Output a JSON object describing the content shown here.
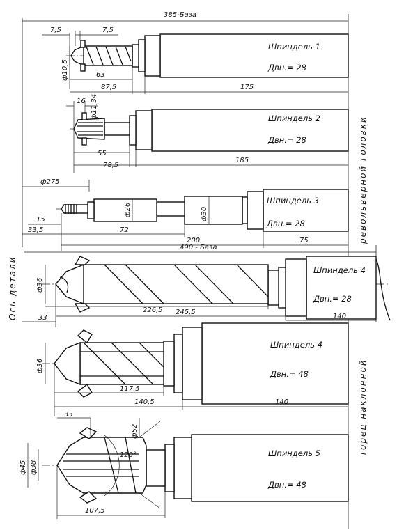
{
  "dims": {
    "base_top": "385-База",
    "d1_a": "7,5",
    "d1_b": "7,5",
    "d1_dia": "ф10,5",
    "d1_63": "63",
    "d1_875": "87,5",
    "d1_175": "175",
    "d2_16": "16",
    "d2_dia": "ф11,34",
    "d2_55": "55",
    "d2_785": "78,5",
    "d2_185": "185",
    "d3_275": "ф275",
    "d3_15": "15",
    "d3_335": "33,5",
    "d3_26": "ф26",
    "d3_72": "72",
    "d3_30": "ф30",
    "d3_200": "200",
    "d3_75": "75",
    "base_mid": "490 - База",
    "d4_36": "ф36",
    "d4_2265": "226,5",
    "d4_2455": "245,5",
    "d4_33": "33",
    "d4_140": "140",
    "d5_36": "ф36",
    "d5_1175": "117,5",
    "d5_1405": "140,5",
    "d5_140": "140",
    "d6_33": "33",
    "d6_52": "ф52",
    "d6_45": "ф45",
    "d6_38": "ф38",
    "d6_120": "120°",
    "d6_1075": "107,5"
  },
  "spindles": {
    "s1": {
      "name": "Шпиндель 1",
      "bore": "Двн.= 28"
    },
    "s2": {
      "name": "Шпиндель 2",
      "bore": "Двн.= 28"
    },
    "s3": {
      "name": "Шпиндель 3",
      "bore": "Двн.= 28"
    },
    "s4a": {
      "name": "Шпиндель 4",
      "bore": "Двн.= 28"
    },
    "s4b": {
      "name": "Шпиндель 4",
      "bore": "Двн.= 48"
    },
    "s5": {
      "name": "Шпиндель 5",
      "bore": "Двн.= 48"
    }
  },
  "side_labels": {
    "axis": "Ось детали",
    "revolver": "револьверной головки",
    "tilted": "торец наклонной"
  }
}
